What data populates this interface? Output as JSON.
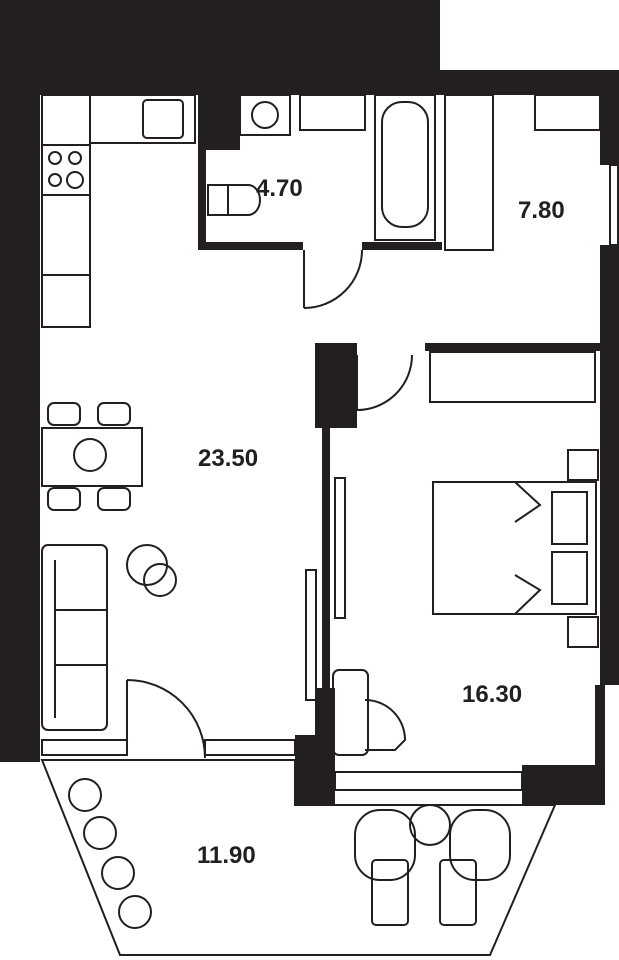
{
  "colors": {
    "wall": "#231f20",
    "line": "#231f20",
    "background": "#ffffff"
  },
  "rooms": [
    {
      "id": "bathroom",
      "area": "4.70"
    },
    {
      "id": "wardrobe",
      "area": "7.80"
    },
    {
      "id": "living-kitchen",
      "area": "23.50"
    },
    {
      "id": "bedroom",
      "area": "16.30"
    },
    {
      "id": "balcony",
      "area": "11.90"
    }
  ]
}
